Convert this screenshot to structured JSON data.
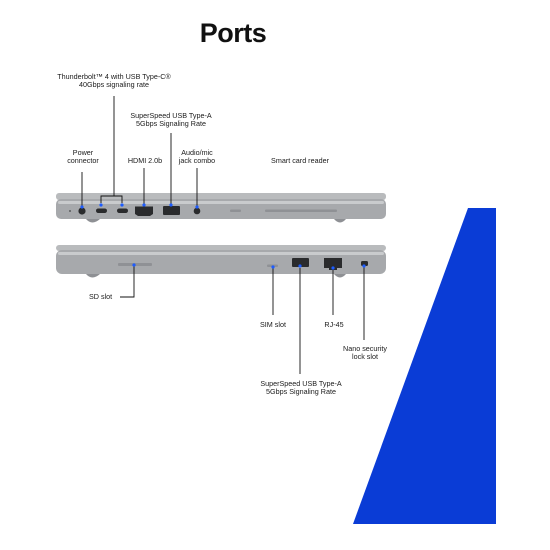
{
  "title": "Ports",
  "brand_blue": "#0a3cd6",
  "accent_dot": "#1d5cff",
  "left_side": {
    "labels": [
      {
        "id": "power",
        "lines": [
          "Power",
          "connector"
        ]
      },
      {
        "id": "thunderbolt",
        "lines": [
          "Thunderbolt™ 4 with USB Type-C®",
          "40Gbps signaling rate"
        ]
      },
      {
        "id": "hdmi",
        "lines": [
          "HDMI 2.0b"
        ]
      },
      {
        "id": "usba_left",
        "lines": [
          "SuperSpeed USB Type-A",
          "5Gbps Signaling Rate"
        ]
      },
      {
        "id": "audio",
        "lines": [
          "Audio/mic",
          "jack combo"
        ]
      },
      {
        "id": "smartcard",
        "lines": [
          "Smart card reader"
        ]
      }
    ]
  },
  "right_side": {
    "labels": [
      {
        "id": "sd",
        "lines": [
          "SD slot"
        ]
      },
      {
        "id": "sim",
        "lines": [
          "SIM slot"
        ]
      },
      {
        "id": "rj45",
        "lines": [
          "RJ-45"
        ]
      },
      {
        "id": "nano",
        "lines": [
          "Nano security",
          "lock slot"
        ]
      },
      {
        "id": "usba_right",
        "lines": [
          "SuperSpeed USB Type-A",
          "5Gbps Signaling Rate"
        ]
      }
    ]
  }
}
